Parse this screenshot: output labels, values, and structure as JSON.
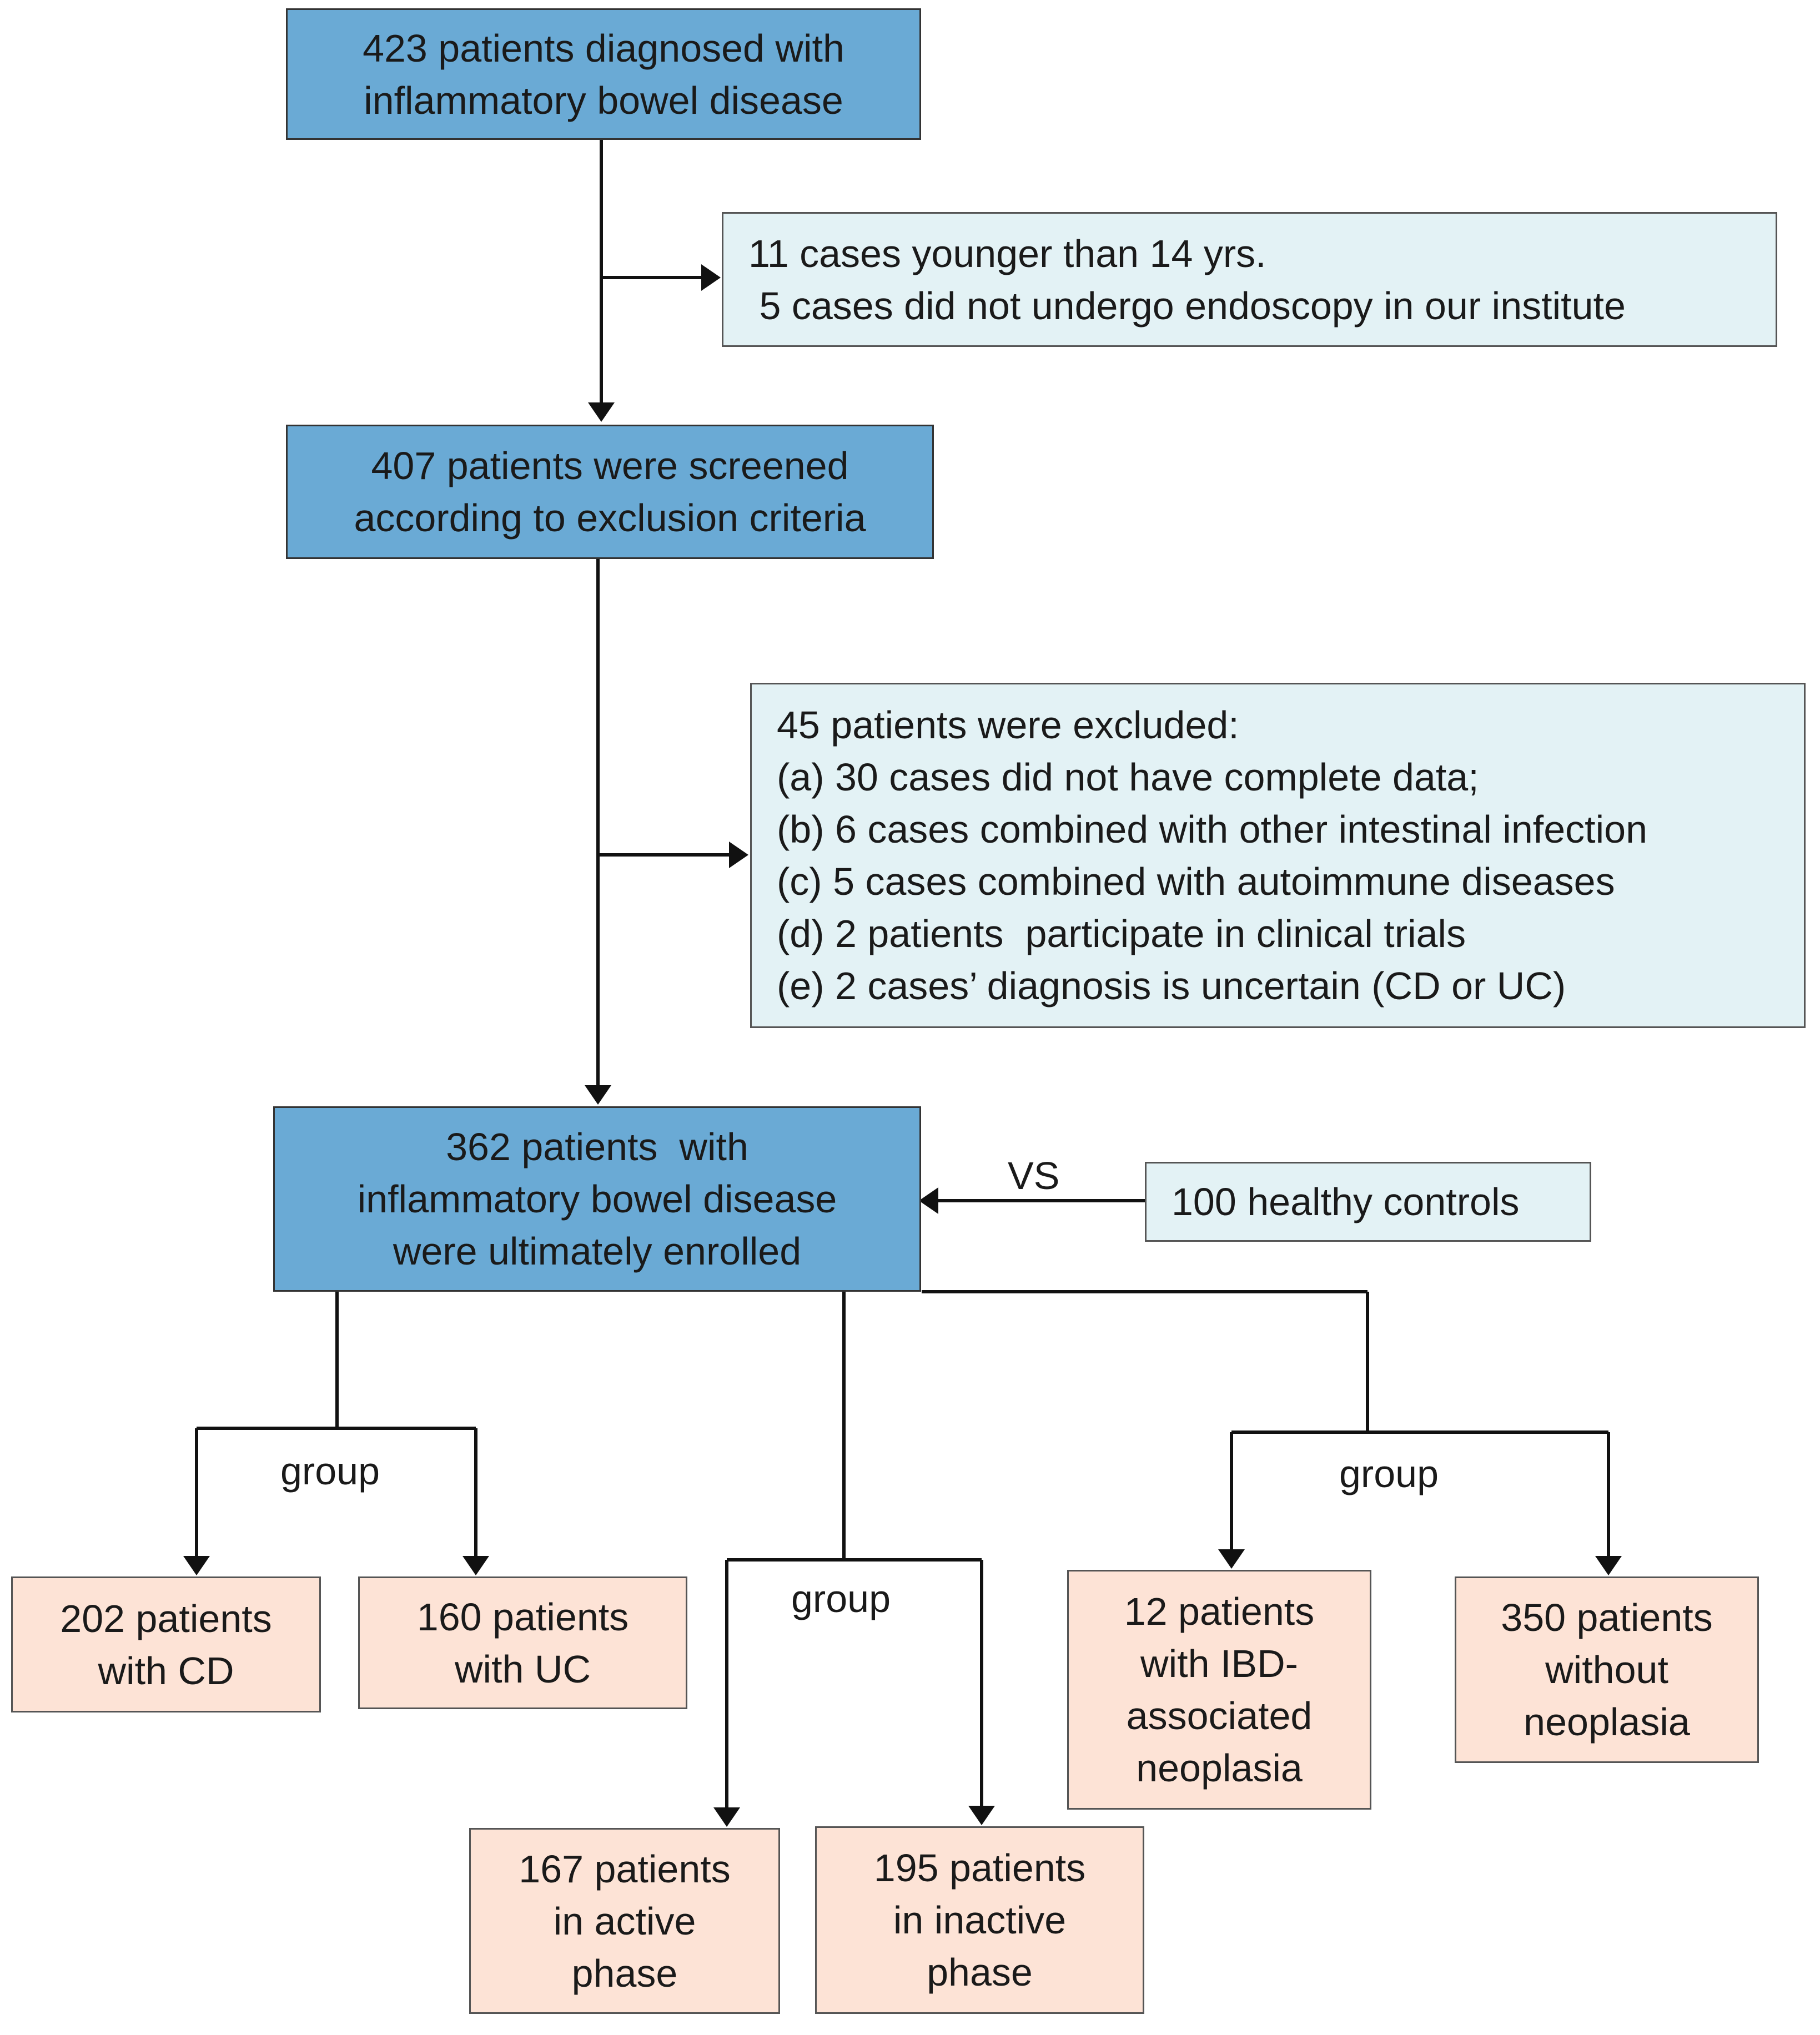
{
  "boxes": {
    "diagnosed": [
      "423 patients diagnosed with",
      "inflammatory bowel disease"
    ],
    "excluded_early": [
      "11 cases younger than 14 yrs.",
      " 5 cases did not undergo endoscopy in our institute"
    ],
    "screened": [
      "407 patients were screened",
      "according to exclusion criteria"
    ],
    "excluded_criteria": [
      "45 patients were excluded:",
      "(a) 30 cases did not have complete data;",
      "(b) 6 cases combined with other intestinal infection",
      "(c) 5 cases combined with autoimmune diseases",
      "(d) 2 patients  participate in clinical trials",
      "(e) 2 cases’ diagnosis is uncertain (CD or UC)"
    ],
    "enrolled": [
      "362 patients  with",
      "inflammatory bowel disease",
      "were ultimately enrolled"
    ],
    "controls": [
      "100 healthy controls"
    ],
    "cd": [
      "202 patients",
      "with CD"
    ],
    "uc": [
      "160 patients",
      "with UC"
    ],
    "active": [
      "167 patients",
      "in active",
      "phase"
    ],
    "inactive": [
      "195 patients",
      "in inactive",
      "phase"
    ],
    "neoplasia": [
      "12 patients",
      "with IBD-",
      "associated",
      "neoplasia"
    ],
    "no_neoplasia": [
      "350 patients",
      "without",
      "neoplasia"
    ]
  },
  "labels": {
    "vs": "VS",
    "group_type": "group",
    "group_phase": "group",
    "group_neoplasia": "group"
  },
  "colors": {
    "main_box": "#6aaad5",
    "side_box": "#e3f2f5",
    "result_box": "#fde3d6"
  }
}
